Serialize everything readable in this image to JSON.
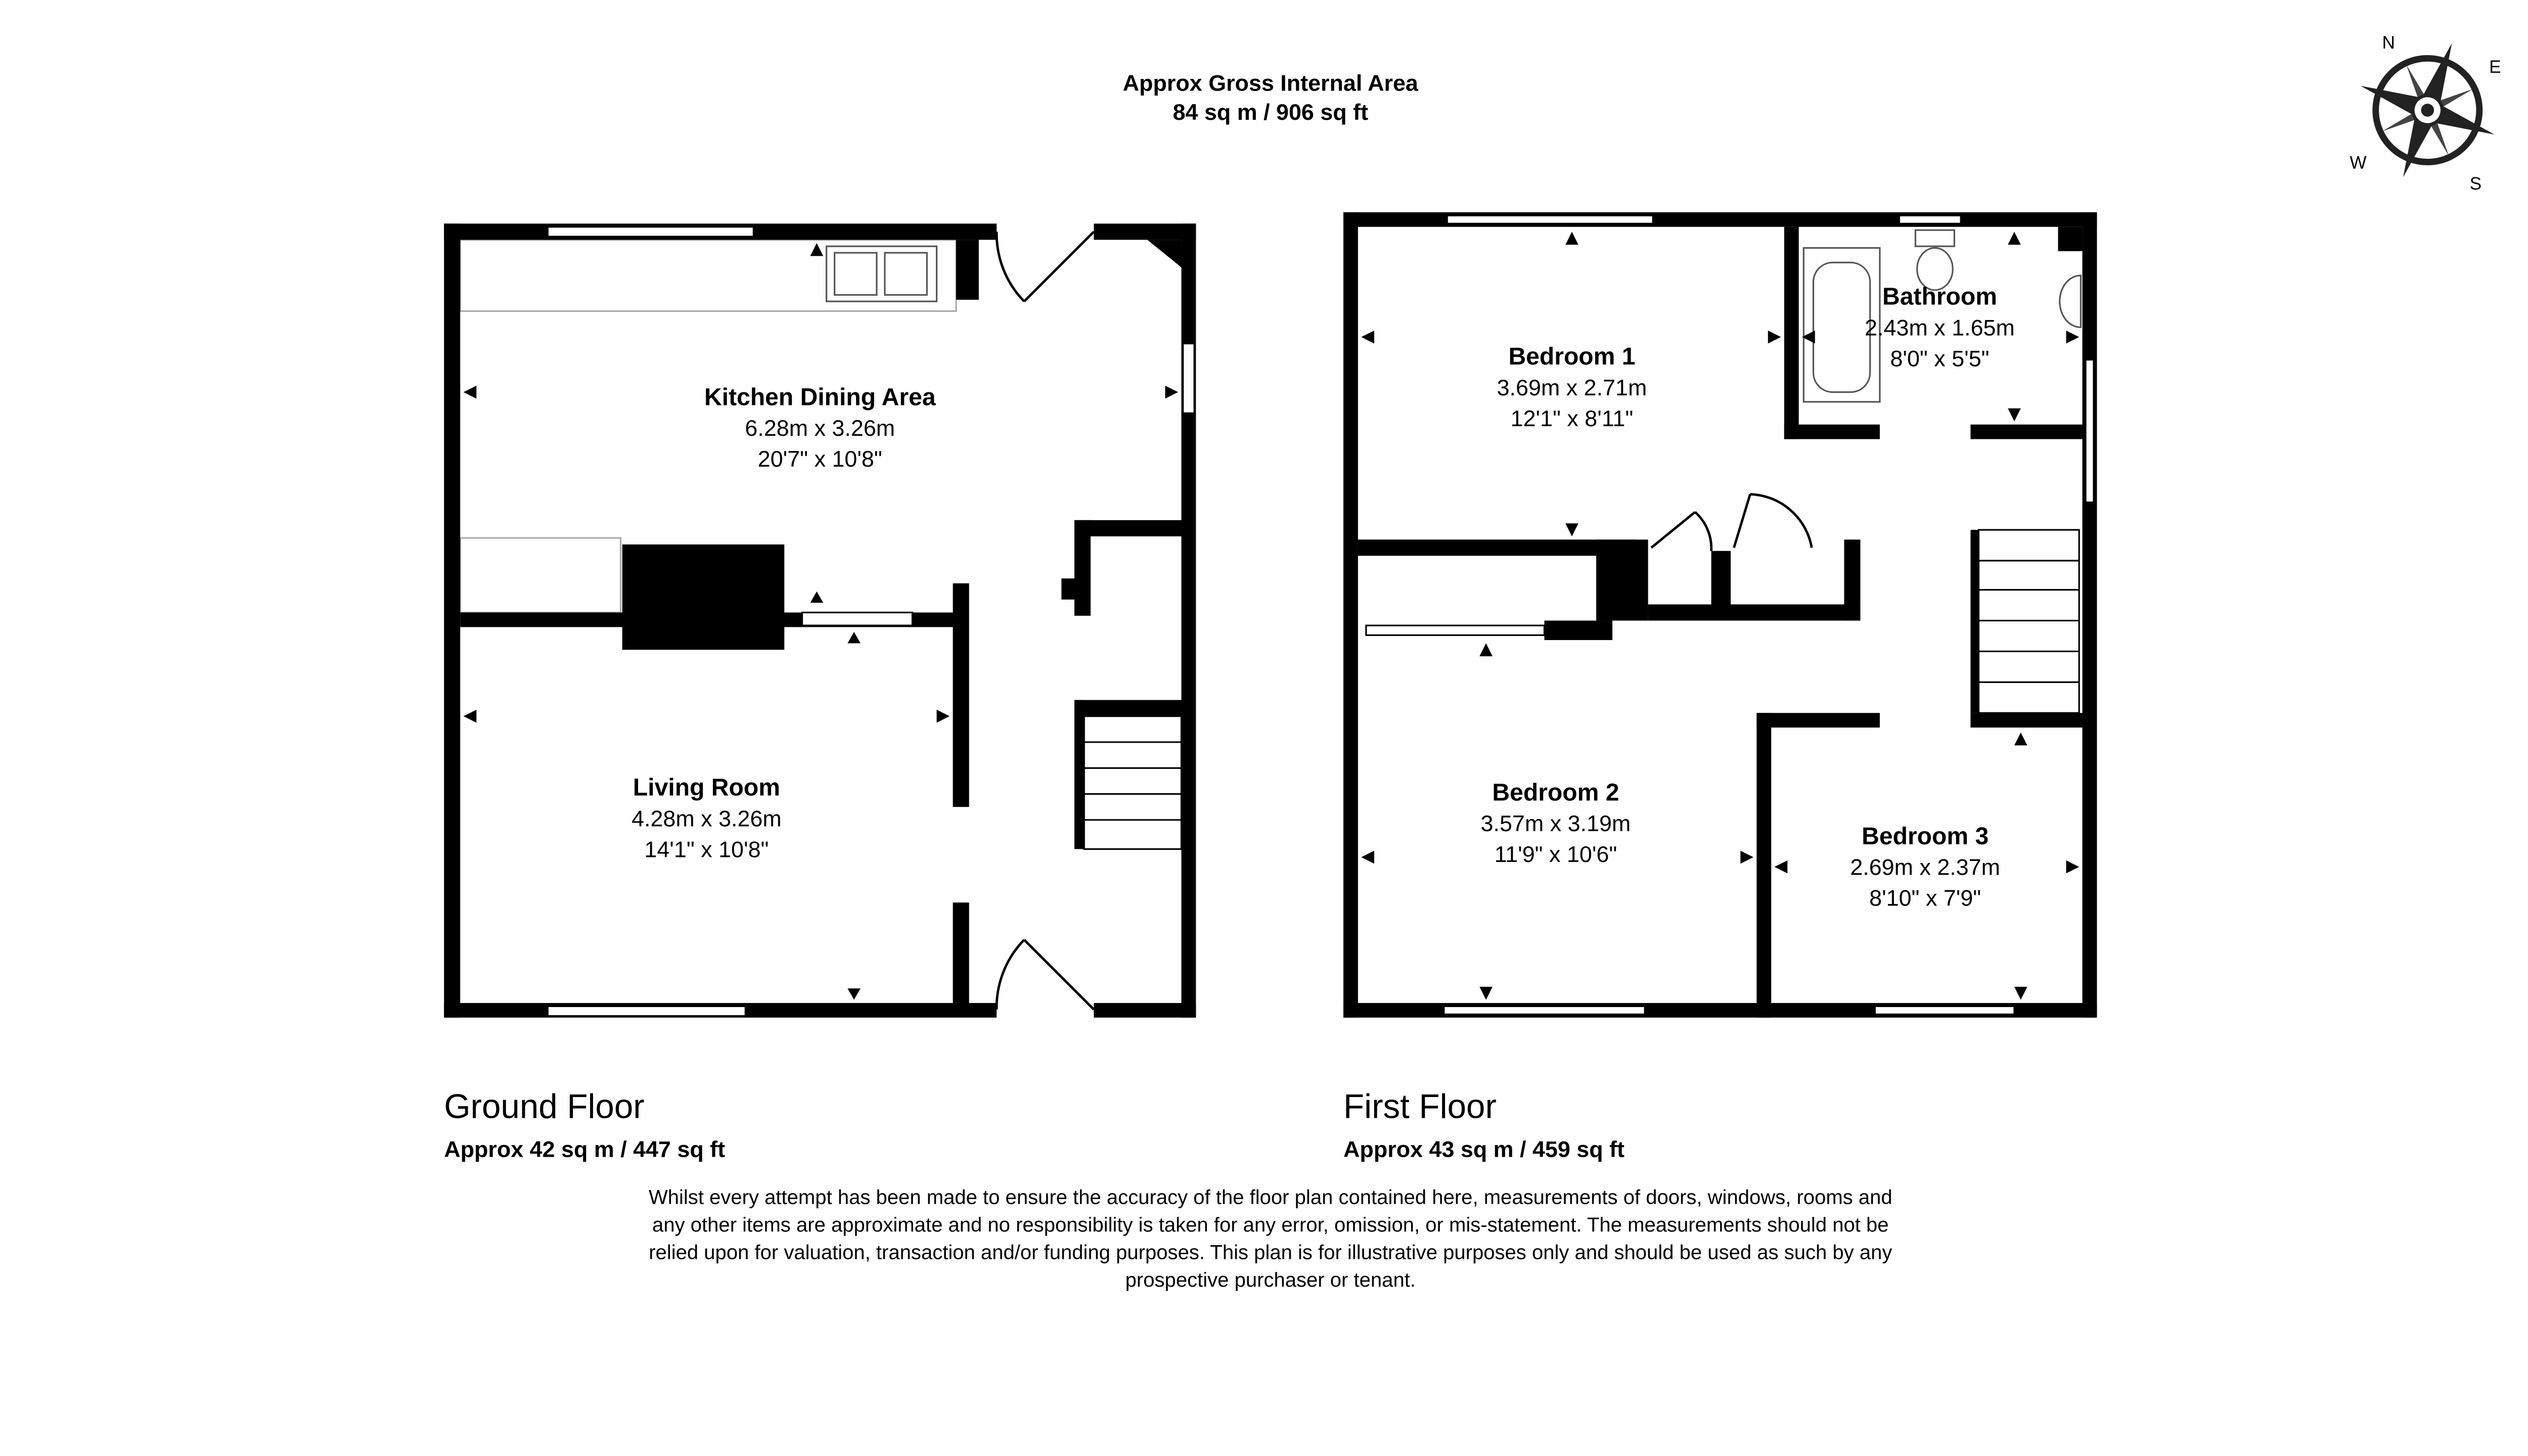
{
  "header": {
    "title": "Approx Gross Internal Area",
    "area": "84 sq m / 906 sq ft"
  },
  "compass": {
    "n": "N",
    "e": "E",
    "s": "S",
    "w": "W"
  },
  "ground_floor": {
    "label": "Ground Floor",
    "area": "Approx 42 sq m / 447 sq ft",
    "rooms": [
      {
        "name": "Kitchen Dining Area",
        "metric": "6.28m x 3.26m",
        "imperial": "20'7\" x 10'8\""
      },
      {
        "name": "Living Room",
        "metric": "4.28m x 3.26m",
        "imperial": "14'1\" x 10'8\""
      }
    ]
  },
  "first_floor": {
    "label": "First Floor",
    "area": "Approx 43 sq m / 459 sq ft",
    "rooms": [
      {
        "name": "Bedroom 1",
        "metric": "3.69m x 2.71m",
        "imperial": "12'1\" x 8'11\""
      },
      {
        "name": "Bathroom",
        "metric": "2.43m x 1.65m",
        "imperial": "8'0\" x 5'5\""
      },
      {
        "name": "Bedroom 2",
        "metric": "3.57m x 3.19m",
        "imperial": "11'9\" x 10'6\""
      },
      {
        "name": "Bedroom 3",
        "metric": "2.69m x 2.37m",
        "imperial": "8'10\" x 7'9\""
      }
    ]
  },
  "disclaimer": [
    "Whilst every attempt has been made to ensure the accuracy of the floor plan contained here, measurements of doors, windows, rooms and",
    "any other items are approximate and no responsibility is taken for any error, omission, or mis-statement. The measurements should not be",
    "relied upon for valuation, transaction and/or funding purposes. This plan is for illustrative purposes only and should be used as such by any",
    "prospective purchaser or tenant."
  ]
}
